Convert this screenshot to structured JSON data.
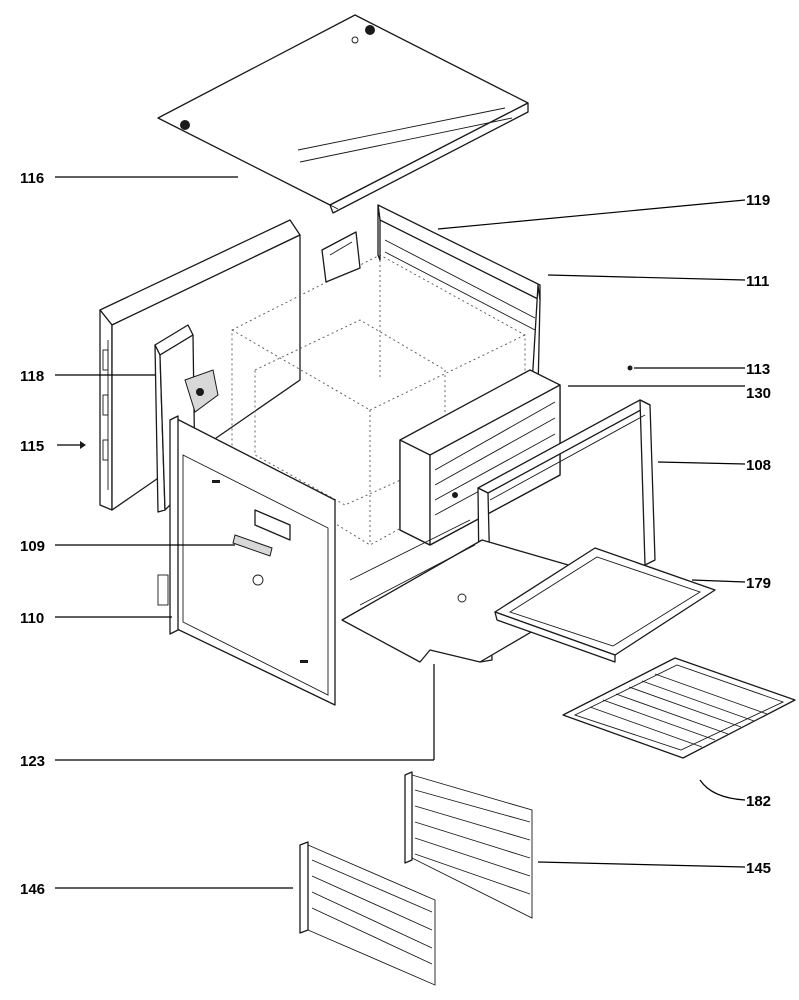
{
  "labels": {
    "p116": "116",
    "p119": "119",
    "p111": "111",
    "p113": "113",
    "p118": "118",
    "p130": "130",
    "p115": "115",
    "p108": "108",
    "p109": "109",
    "p179": "179",
    "p110": "110",
    "p123": "123",
    "p182": "182",
    "p145": "145",
    "p146": "146"
  }
}
